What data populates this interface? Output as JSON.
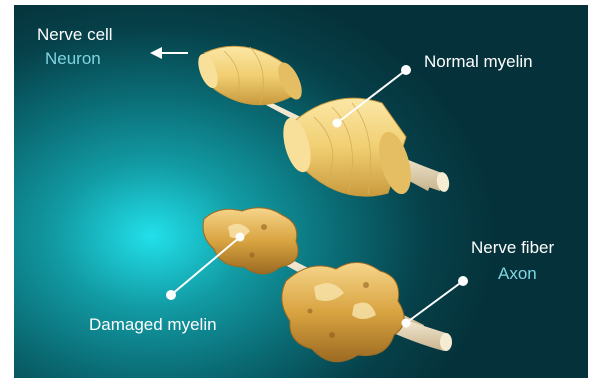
{
  "labels": {
    "nerve_cell": "Nerve cell",
    "neuron": "Neuron",
    "normal_myelin": "Normal myelin",
    "nerve_fiber": "Nerve fiber",
    "axon": "Axon",
    "damaged_myelin": "Damaged myelin"
  },
  "colors": {
    "background_dark": "#05323a",
    "background_glow": "#22e0ea",
    "primary_text": "#ffffff",
    "secondary_text": "#7fd4e0",
    "myelin_healthy": "#f2d27a",
    "myelin_damaged": "#d9a441",
    "axon": "#efe3c7"
  }
}
